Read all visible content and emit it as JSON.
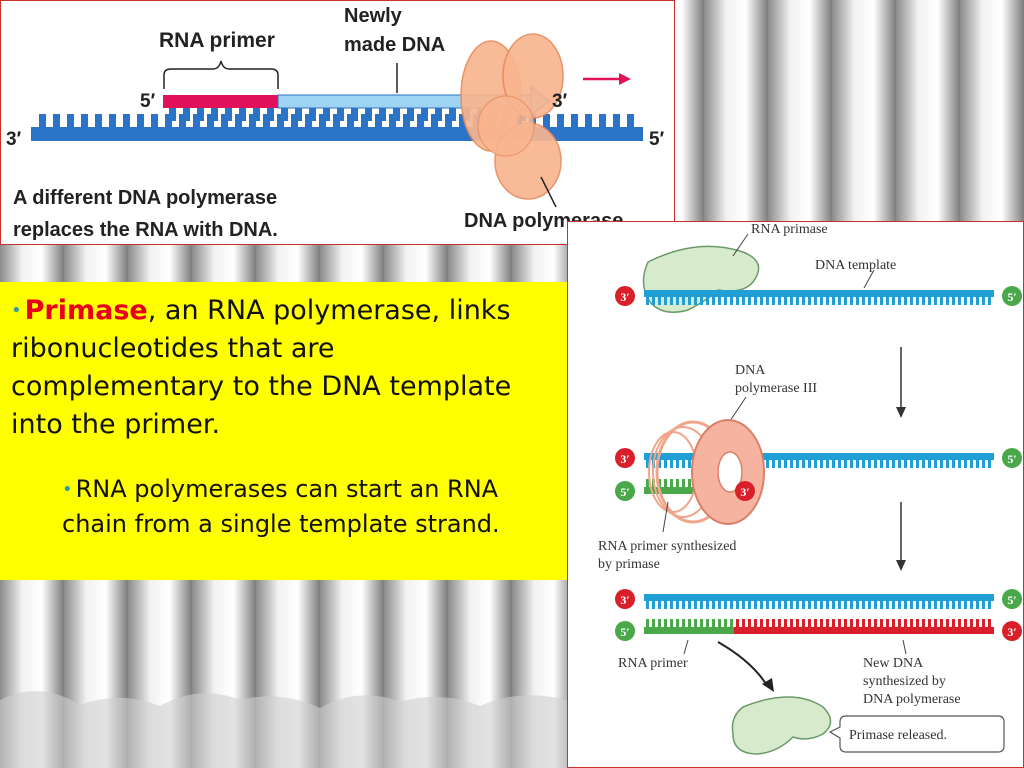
{
  "top_figure": {
    "rna_primer_label": "RNA primer",
    "newly_made_label_1": "Newly",
    "newly_made_label_2": "made DNA",
    "caption_line1": "A different DNA polymerase",
    "caption_line2": "replaces the RNA with DNA.",
    "polymerase_label": "DNA polymerase",
    "five_prime_left": "5′",
    "three_prime_left": "3′",
    "three_prime_right": "3′",
    "five_prime_right": "5′"
  },
  "text_box": {
    "bullet": "•",
    "main_keyword": "Primase",
    "main_rest": ", an RNA polymerase, links ribonucleotides that are complementary to the DNA template into the primer.",
    "sub_text": "RNA polymerases can start an RNA chain from a single template strand."
  },
  "right_figure": {
    "rna_primase_label": "RNA primase",
    "dna_template_label": "DNA template",
    "polymerase_iii_line1": "DNA",
    "polymerase_iii_line2": "polymerase III",
    "primer_synth_line1": "RNA primer synthesized",
    "primer_synth_line2": "by primase",
    "rna_primer_label": "RNA primer",
    "new_dna_line1": "New DNA",
    "new_dna_line2": "synthesized by",
    "new_dna_line3": "DNA polymerase",
    "primase_released": "Primase released.",
    "three": "3′",
    "five": "5′"
  },
  "colors": {
    "highlight_box": "#ffff00",
    "keyword_red": "#e8001a",
    "template_blue": "#1f9fd6",
    "primer_green": "#4aa84a",
    "new_dna_red": "#d9202a",
    "rna_primer_pink": "#e0105a",
    "newly_made_lightblue": "#9fd3f2",
    "polymerase_orange": "#f8b58f"
  }
}
